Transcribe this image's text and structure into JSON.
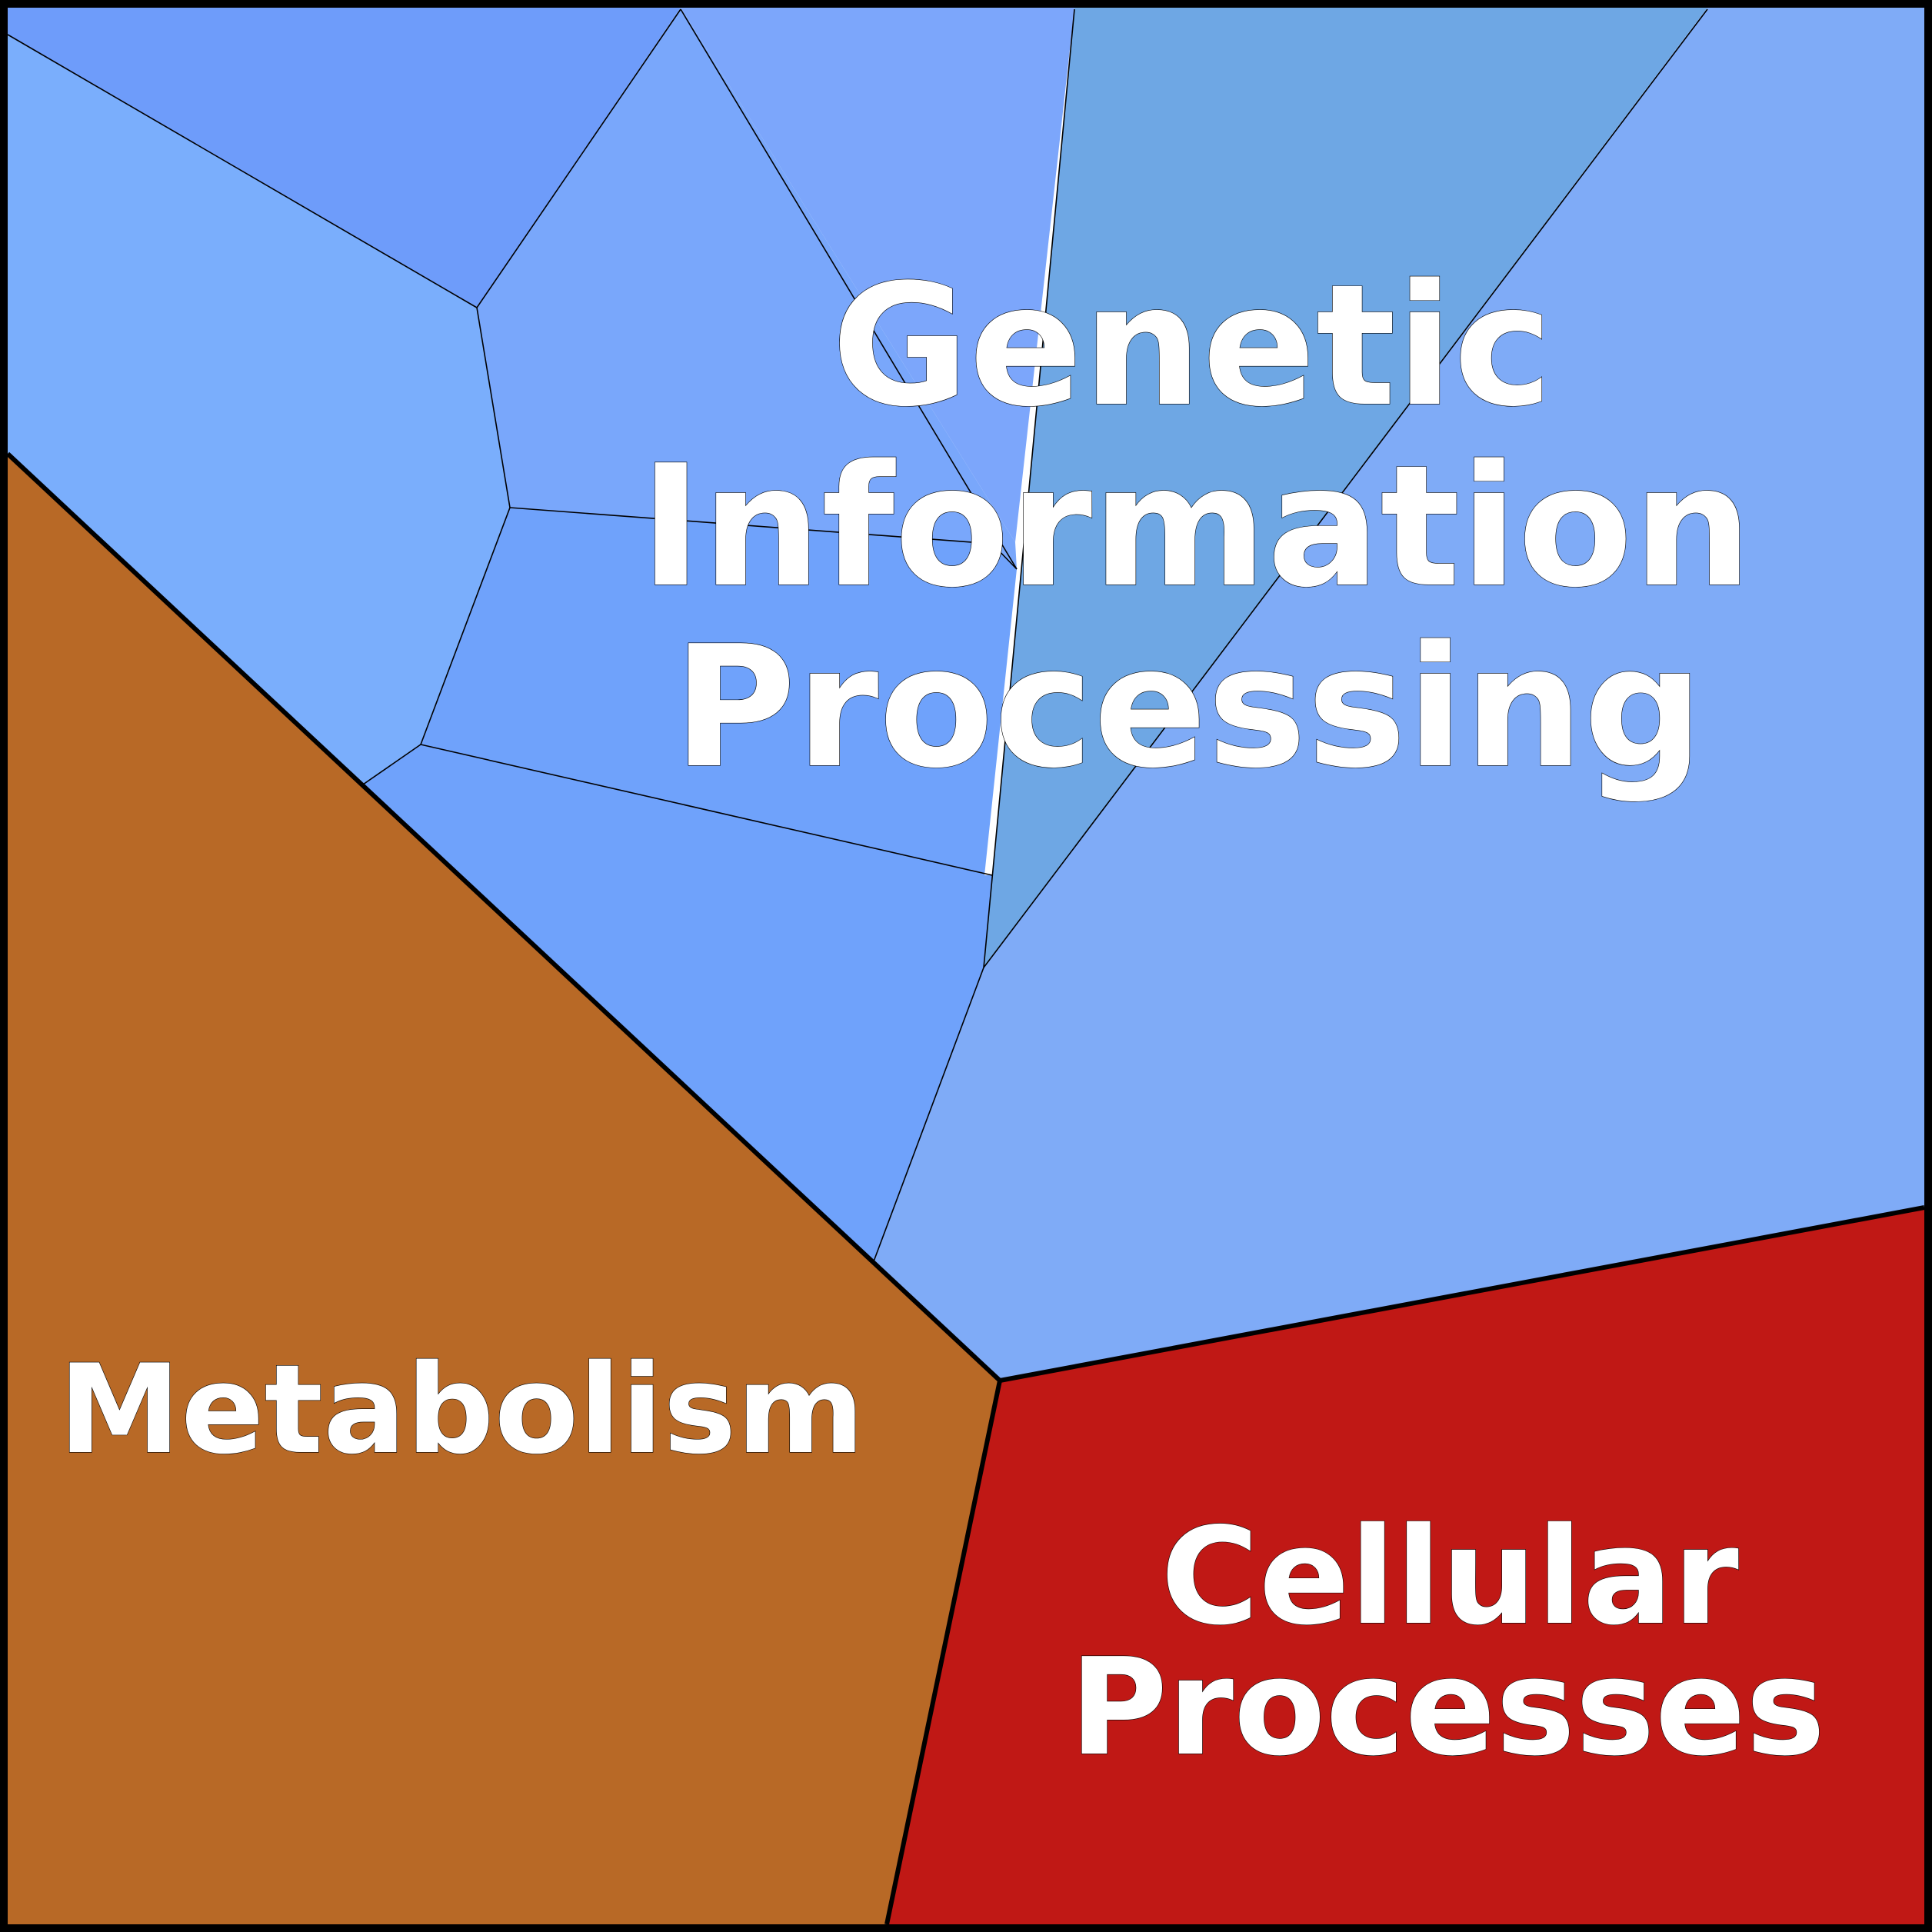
{
  "title": "Voronoi treemap of functional categories",
  "categories": [
    {
      "key": "genetic",
      "label_lines": [
        "Genetic",
        "Information",
        "Processing"
      ],
      "color": "#7aaaf8"
    },
    {
      "key": "metabolism",
      "label_lines": [
        "Metabolism"
      ],
      "color": "#b86926"
    },
    {
      "key": "cellular",
      "label_lines": [
        "Cellular",
        "Processes"
      ],
      "color": "#c01815"
    }
  ],
  "subcell_colors": {
    "top_left": "#6e9cfa",
    "left_mid": "#7aaefc",
    "center_upper": "#79a7fb",
    "top_center": "#7ca6fb",
    "center_lower": "#6fa2fb",
    "slanted_band": "#6ea7e4",
    "right_large": "#7fabf7"
  },
  "genetic": {
    "line1": "Genetic",
    "line2": "Information",
    "line3": "Processing"
  },
  "metabolism": {
    "line1": "Metabolism"
  },
  "cellular": {
    "line1": "Cellular",
    "line2": "Processes"
  }
}
